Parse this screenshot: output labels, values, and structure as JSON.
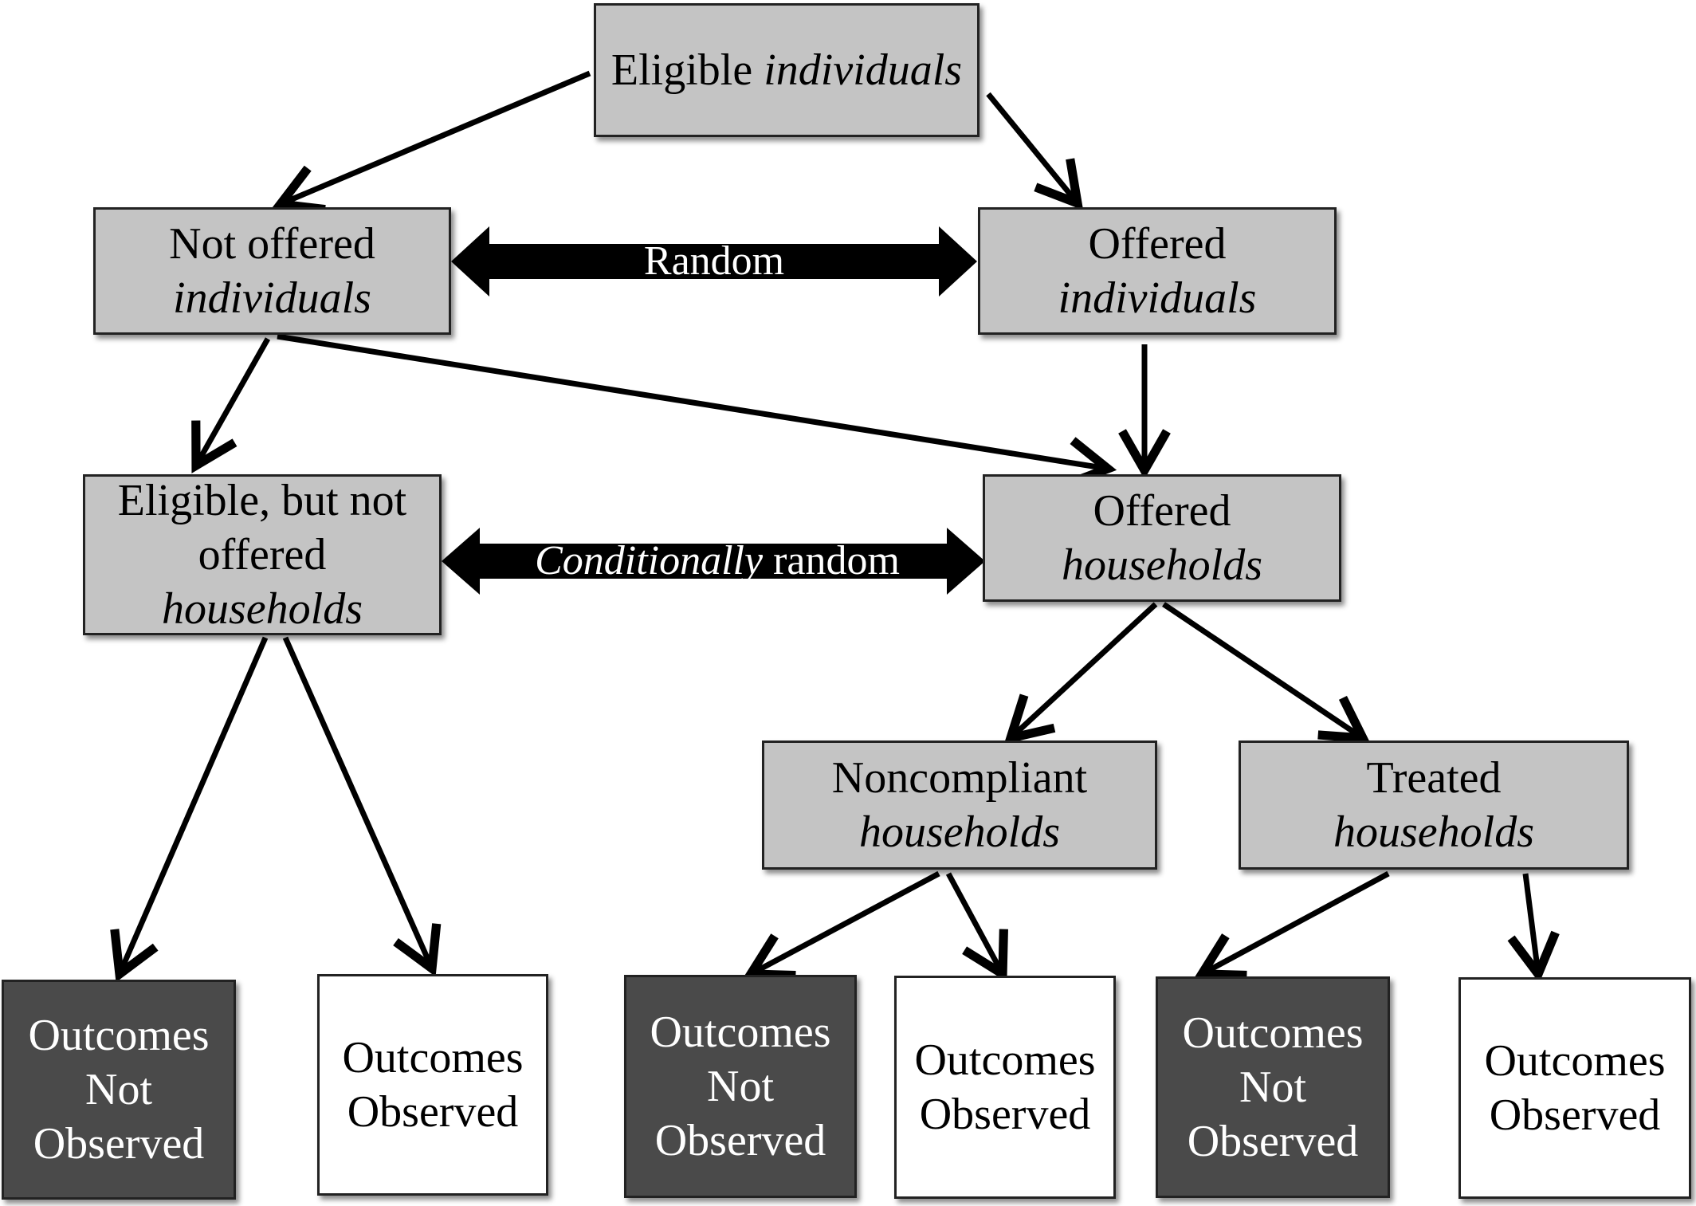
{
  "diagram": {
    "eligible_individuals": {
      "plain": "Eligible ",
      "italic": "individuals"
    },
    "not_offered_individuals": {
      "line1": "Not offered",
      "line2": "individuals"
    },
    "offered_individuals": {
      "line1": "Offered",
      "line2": "individuals"
    },
    "random_label": "Random",
    "eligible_not_offered_households": {
      "line1": "Eligible, but not",
      "line2": "offered",
      "line3": "households"
    },
    "offered_households": {
      "line1": "Offered",
      "line2": "households"
    },
    "conditionally_random_label": {
      "italic": "Conditionally",
      "plain": " random"
    },
    "noncompliant_households": {
      "line1": "Noncompliant",
      "line2": "households"
    },
    "treated_households": {
      "line1": "Treated",
      "line2": "households"
    },
    "outcomes_not_observed": {
      "line1": "Outcomes",
      "line2": "Not",
      "line3": "Observed"
    },
    "outcomes_observed": {
      "line1": "Outcomes",
      "line2": "Observed"
    }
  },
  "colors": {
    "gray_box": "#c4c4c4",
    "dark_box": "#4a4a4a",
    "arrow": "#000000"
  }
}
